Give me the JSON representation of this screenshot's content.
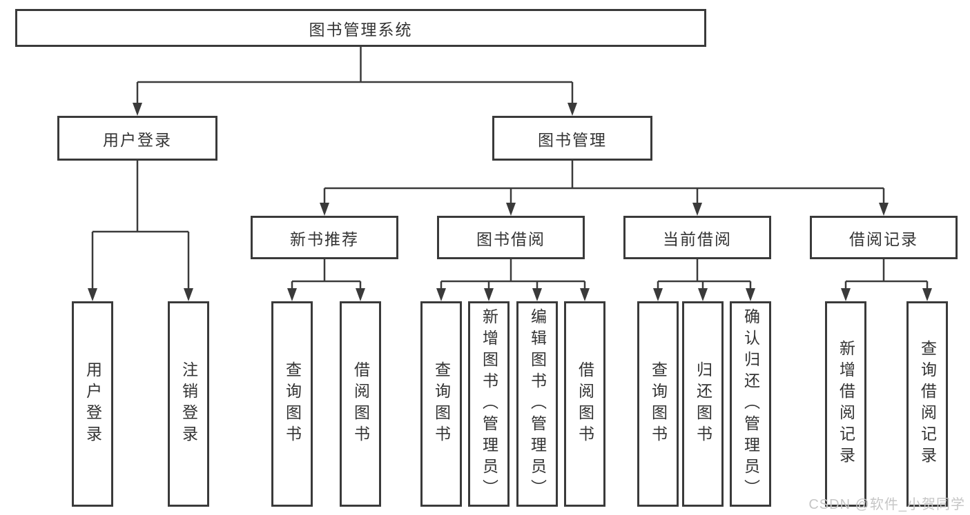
{
  "tree": {
    "root": "图书管理系统",
    "branches": {
      "user_login": {
        "label": "用户登录",
        "children": [
          "用户登录",
          "注销登录"
        ]
      },
      "book_mgmt": {
        "label": "图书管理",
        "sections": {
          "new_book": {
            "label": "新书推荐",
            "children": [
              "查询图书",
              "借阅图书"
            ]
          },
          "borrow": {
            "label": "图书借阅",
            "children": [
              "查询图书",
              "新增图书（管理员）",
              "编辑图书（管理员）",
              "借阅图书"
            ]
          },
          "current": {
            "label": "当前借阅",
            "children": [
              "查询图书",
              "归还图书",
              "确认归还（管理员）"
            ]
          },
          "records": {
            "label": "借阅记录",
            "children": [
              "新增借阅记录",
              "查询借阅记录"
            ]
          }
        }
      }
    }
  },
  "watermark": "CSDN @软件_小贺同学",
  "colors": {
    "line": "#3a3a3a",
    "box_border": "#3a3a3a",
    "text": "#333333",
    "watermark": "#c6c6c6",
    "background": "#ffffff"
  }
}
